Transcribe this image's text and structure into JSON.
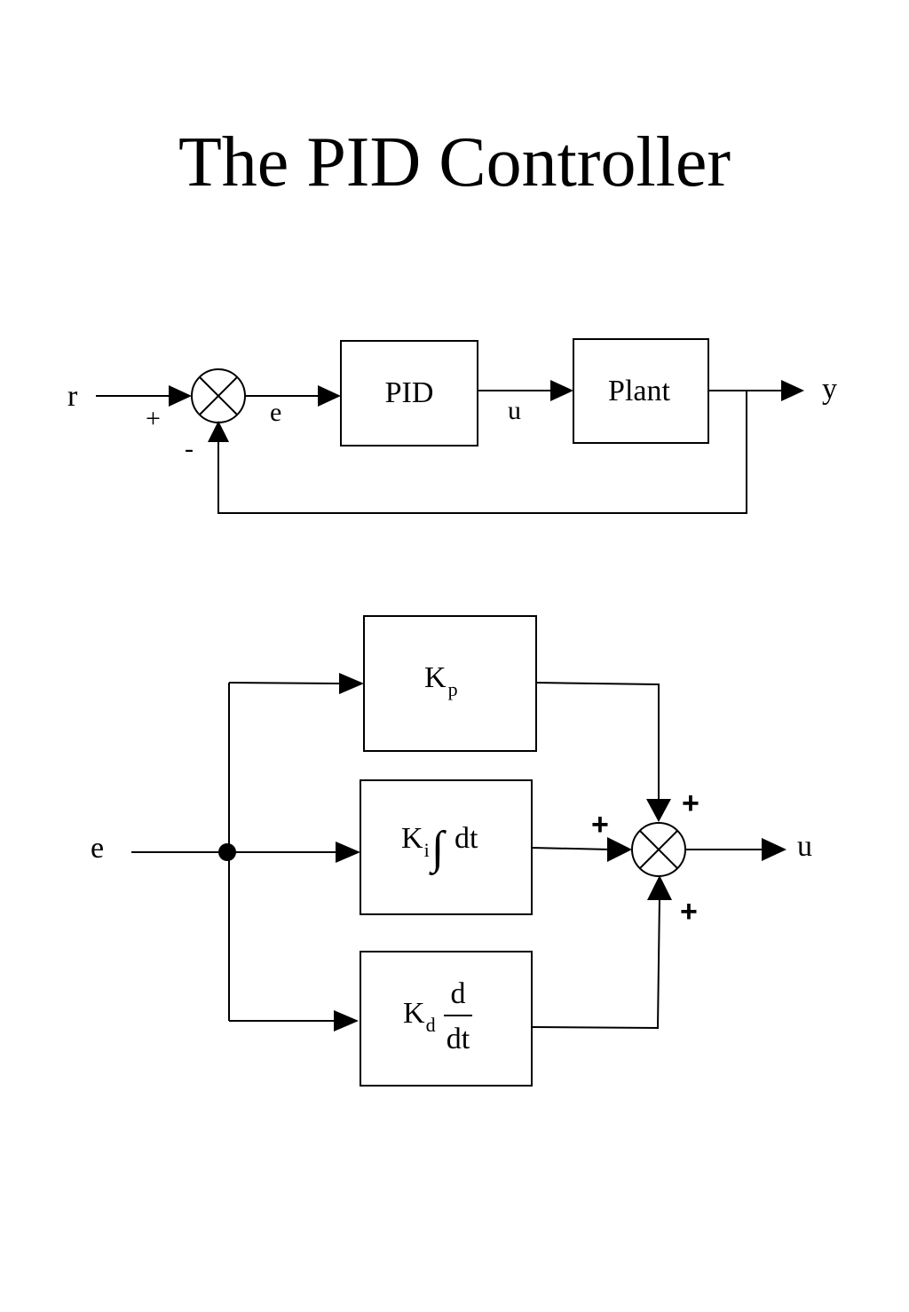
{
  "title": "The PID Controller",
  "top_diagram": {
    "input_label": "r",
    "plus_sign": "+",
    "minus_sign": "-",
    "error_label": "e",
    "pid_block": "PID",
    "control_label": "u",
    "plant_block": "Plant",
    "output_label": "y"
  },
  "bottom_diagram": {
    "input_label": "e",
    "kp": {
      "main": "K",
      "sub": "p"
    },
    "ki": {
      "main": "K",
      "sub": "i",
      "integral": "∫",
      "dt": "dt"
    },
    "kd": {
      "main": "K",
      "sub": "d",
      "num": "d",
      "den": "dt"
    },
    "plus_top": "+",
    "plus_left": "+",
    "plus_bottom": "+",
    "output_label": "u"
  },
  "colors": {
    "line": "#000000",
    "background": "#ffffff"
  }
}
